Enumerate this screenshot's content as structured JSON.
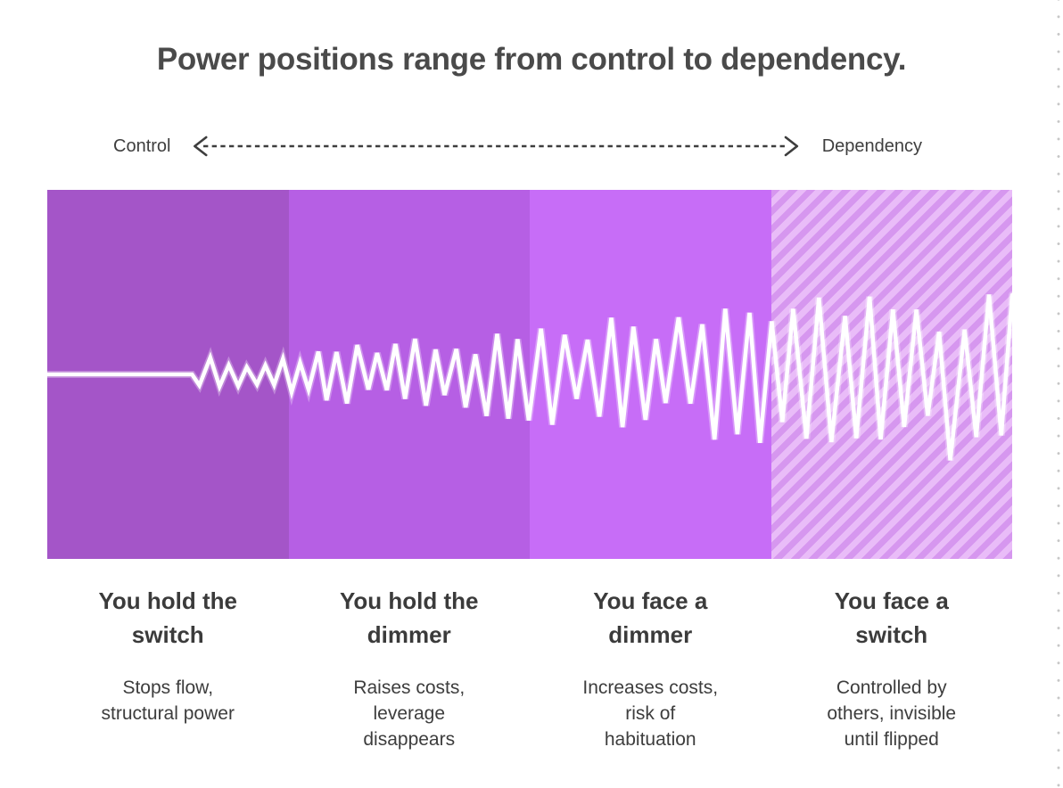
{
  "title": "Power positions range from control to dependency.",
  "axis": {
    "left_label": "Control",
    "right_label": "Dependency"
  },
  "bands": [
    {
      "label": "You hold the\nswitch",
      "description": "Stops flow,\nstructural power",
      "color": "#a455c8",
      "striped": false
    },
    {
      "label": "You hold the\ndimmer",
      "description": "Raises costs,\nleverage\ndisappears",
      "color": "#b65fe4",
      "striped": false
    },
    {
      "label": "You face a\ndimmer",
      "description": "Increases costs,\nrisk of\nhabituation",
      "color": "#c76df7",
      "striped": false
    },
    {
      "label": "You face a\nswitch",
      "description": "Controlled by\nothers, invisible\nuntil flipped",
      "color": "#d697ef",
      "stripe_alt_color": "#e9bcf8",
      "striped": true
    }
  ],
  "waveform": {
    "color": "#ffffff",
    "stroke_width": 4.5,
    "midline_frac": 0.5,
    "flat_until_frac": 0.15,
    "seed": 7,
    "envelope": [
      [
        0.0,
        0
      ],
      [
        0.15,
        0
      ],
      [
        0.155,
        26
      ],
      [
        0.2,
        15
      ],
      [
        0.24,
        16
      ],
      [
        0.27,
        28
      ],
      [
        0.35,
        38
      ],
      [
        0.45,
        48
      ],
      [
        0.5,
        55
      ],
      [
        0.6,
        66
      ],
      [
        0.75,
        78
      ],
      [
        0.82,
        90
      ],
      [
        0.9,
        102
      ],
      [
        1.0,
        106
      ]
    ]
  },
  "palette": {
    "title_text": "#4a4a4a",
    "body_text": "#3d3d3d",
    "arrow": "#3d3d3d",
    "dot_grid": "#c6c6c6",
    "waveform": "#ffffff",
    "background": "#ffffff"
  }
}
